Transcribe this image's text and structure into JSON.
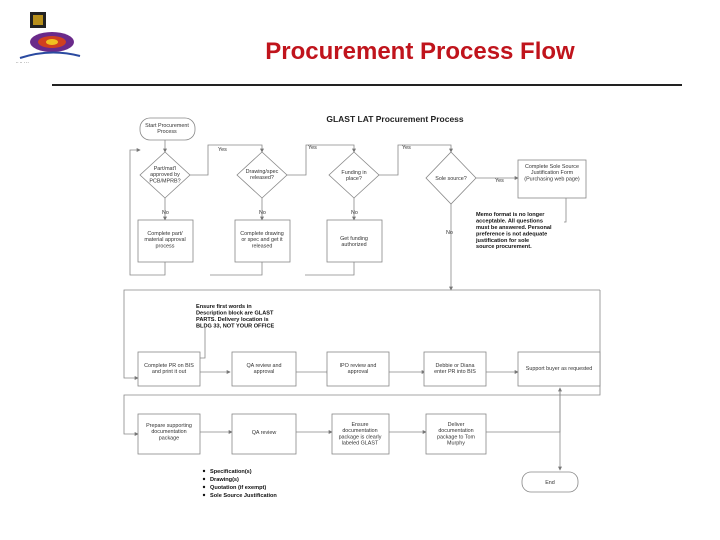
{
  "slide": {
    "title": "Procurement Process Flow",
    "logo_icon": "glast-mission-patch-logo"
  },
  "diagram": {
    "title": "GLAST LAT Procurement Process",
    "nodes": {
      "start": "Start Procurement Process",
      "partmat": "Part/mat'l approved by PCB/MPRB?",
      "drawing": "Drawing/spec released?",
      "funding": "Funding in place?",
      "solesrc": "Sole source?",
      "jsf": "Complete Sole Source Justification Form (Purchasing web page)",
      "approval": "Complete part/ material approval process",
      "completedrw": "Complete drawing or spec and get it released",
      "getfund": "Get funding authorized",
      "memo": "Memo format is no longer acceptable. All questions must be answered. Personal preference is not adequate justification for sole source procurement.",
      "ensure": "Ensure first words in Description block are GLAST PARTS. Delivery location is BLDG 33, NOT YOUR OFFICE",
      "completepr": "Complete PR on BIS and print it out",
      "qareview": "QA review and approval",
      "ipo": "IPO review and approval",
      "debbie": "Debbie or Diana enter PR into BIS",
      "support": "Support buyer as requested",
      "prepare": "Prepare supporting documentation package",
      "qa2": "QA review",
      "ensure2": "Ensure documentation package is clearly labeled GLAST",
      "deliver": "Deliver documentation package to Tom Murphy",
      "end": "End"
    },
    "edge_labels": {
      "yes": "Yes",
      "no": "No"
    },
    "doc_list": [
      "Specification(s)",
      "Drawing(s)",
      "Quotation (if exempt)",
      "Sole Source Justification"
    ]
  }
}
